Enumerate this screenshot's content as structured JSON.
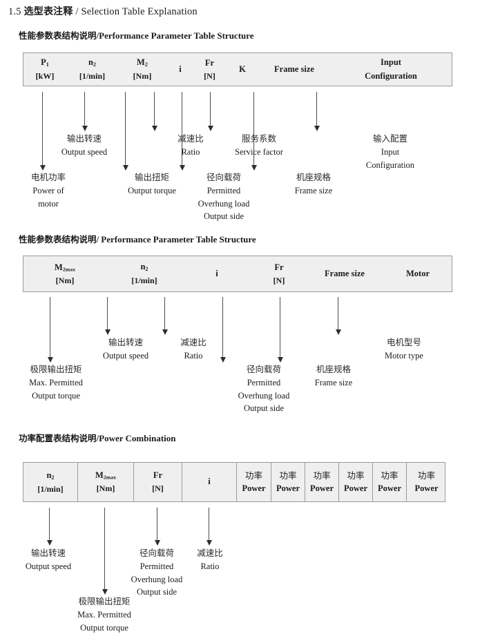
{
  "document": {
    "title_number": "1.5",
    "title_cn": "选型表注释",
    "title_sep": "/",
    "title_en": "Selection Table Explanation"
  },
  "sections": [
    {
      "heading_cn": "性能参数表结构说明",
      "heading_sep": "/",
      "heading_en": "Performance Parameter Table Structure",
      "table": {
        "columns": [
          {
            "line1": "P",
            "line1_sub": "1",
            "line2": "[kW]"
          },
          {
            "line1": "n",
            "line1_sub": "2",
            "line2": "[1/min]"
          },
          {
            "line1": "M",
            "line1_sub": "2",
            "line2": "[Nm]"
          },
          {
            "line1": "i",
            "line1_sub": "",
            "line2": ""
          },
          {
            "line1": "Fr",
            "line1_sub": "",
            "line2": "[N]"
          },
          {
            "line1": "K",
            "line1_sub": "",
            "line2": ""
          },
          {
            "line1": "Frame size",
            "line1_sub": "",
            "line2": ""
          },
          {
            "line1": "Input",
            "line1_sub": "",
            "line2": "Configuration"
          }
        ],
        "notes": [
          {
            "cn": "电机功率",
            "en1": "Power of",
            "en2": "motor",
            "en3": ""
          },
          {
            "cn": "输出转速",
            "en1": "Output speed",
            "en2": "",
            "en3": ""
          },
          {
            "cn": "输出扭矩",
            "en1": "Output torque",
            "en2": "",
            "en3": ""
          },
          {
            "cn": "减速比",
            "en1": "Ratio",
            "en2": "",
            "en3": ""
          },
          {
            "cn": "径向载荷",
            "en1": "Permitted",
            "en2": "Overhung load",
            "en3": "Output side"
          },
          {
            "cn": "服务系数",
            "en1": "Service factor",
            "en2": "",
            "en3": ""
          },
          {
            "cn": "机座规格",
            "en1": "Frame size",
            "en2": "",
            "en3": ""
          },
          {
            "cn": "输入配置",
            "en1": "Input",
            "en2": "Configuration",
            "en3": ""
          }
        ]
      }
    },
    {
      "heading_cn": "性能参数表结构说明",
      "heading_sep": "/",
      "heading_en": "Performance Parameter Table Structure",
      "table": {
        "columns": [
          {
            "line1": "M",
            "line1_sub": "2max",
            "line2": "[Nm]"
          },
          {
            "line1": "n",
            "line1_sub": "2",
            "line2": "[1/min]"
          },
          {
            "line1": "i",
            "line1_sub": "",
            "line2": ""
          },
          {
            "line1": "Fr",
            "line1_sub": "",
            "line2": "[N]"
          },
          {
            "line1": "Frame size",
            "line1_sub": "",
            "line2": ""
          },
          {
            "line1": "Motor",
            "line1_sub": "",
            "line2": ""
          }
        ],
        "notes": [
          {
            "cn": "极限输出扭矩",
            "en1": "Max. Permitted",
            "en2": "Output  torque",
            "en3": ""
          },
          {
            "cn": "输出转速",
            "en1": "Output speed",
            "en2": "",
            "en3": ""
          },
          {
            "cn": "减速比",
            "en1": "Ratio",
            "en2": "",
            "en3": ""
          },
          {
            "cn": "径向载荷",
            "en1": "Permitted",
            "en2": "Overhung load",
            "en3": "Output side"
          },
          {
            "cn": "机座规格",
            "en1": "Frame size",
            "en2": "",
            "en3": ""
          },
          {
            "cn": "电机型号",
            "en1": "Motor type",
            "en2": "",
            "en3": ""
          }
        ]
      }
    },
    {
      "heading_cn": "功率配置表结构说明",
      "heading_sep": "/",
      "heading_en": "Power Combination",
      "table": {
        "columns": [
          {
            "line1": "n",
            "line1_sub": "2",
            "line2": "[1/min]"
          },
          {
            "line1": "M",
            "line1_sub": "2max",
            "line2": "[Nm]"
          },
          {
            "line1": "Fr",
            "line1_sub": "",
            "line2": "[N]"
          },
          {
            "line1": "i",
            "line1_sub": "",
            "line2": ""
          },
          {
            "line1": "功率",
            "line1_sub": "",
            "line2": "Power"
          },
          {
            "line1": "功率",
            "line1_sub": "",
            "line2": "Power"
          },
          {
            "line1": "功率",
            "line1_sub": "",
            "line2": "Power"
          },
          {
            "line1": "功率",
            "line1_sub": "",
            "line2": "Power"
          },
          {
            "line1": "功率",
            "line1_sub": "",
            "line2": "Power"
          },
          {
            "line1": "功率",
            "line1_sub": "",
            "line2": "Power"
          }
        ],
        "notes": [
          {
            "cn": "输出转速",
            "en1": "Output speed",
            "en2": "",
            "en3": ""
          },
          {
            "cn": "极限输出扭矩",
            "en1": "Max. Permitted",
            "en2": "Output  torque",
            "en3": ""
          },
          {
            "cn": "径向载荷",
            "en1": "Permitted",
            "en2": "Overhung load",
            "en3": "Output side"
          },
          {
            "cn": "减速比",
            "en1": "Ratio",
            "en2": "",
            "en3": ""
          }
        ]
      }
    }
  ],
  "colors": {
    "table_fill": "#efefef",
    "table_border": "#9a9a9a",
    "arrow": "#2e2e2e",
    "text": "#1a1a1a"
  }
}
